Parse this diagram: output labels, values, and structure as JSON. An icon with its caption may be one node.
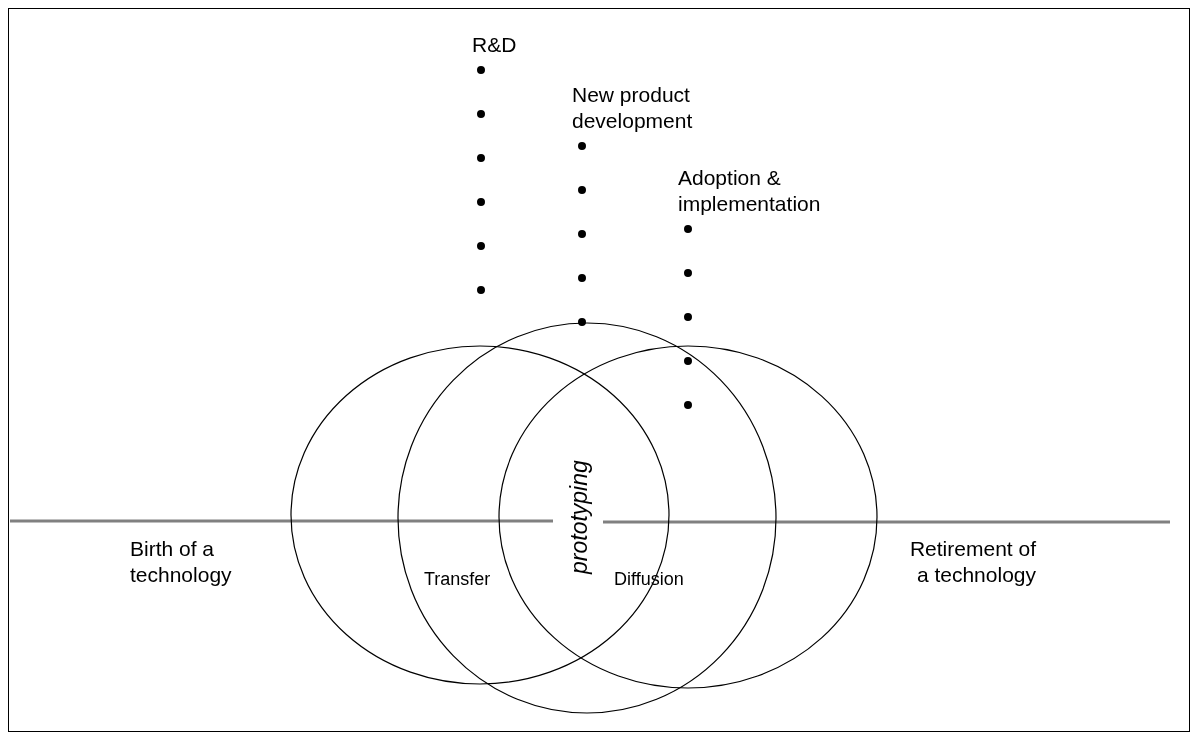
{
  "diagram": {
    "nodes": [
      {
        "text": [
          "R&D"
        ]
      },
      {
        "text": [
          "New product development"
        ]
      },
      {
        "text": [
          "Adoption & implementation"
        ]
      },
      {
        "text": [],
        "shape": "circle"
      },
      {
        "text": [],
        "shape": "circle"
      },
      {
        "text": [],
        "shape": "circle"
      }
    ],
    "edges": [
      {
        "from": 0,
        "to": 3,
        "arrow": "none",
        "style": "dashed"
      },
      {
        "from": 1,
        "to": 4,
        "arrow": "none",
        "style": "dashed"
      },
      {
        "from": 2,
        "to": 5,
        "arrow": "none",
        "style": "dashed"
      }
    ],
    "labels": [
      "prototyping",
      "Birth of a technology",
      "Transfer",
      "Diffusion",
      "Retirement of a technology"
    ]
  }
}
